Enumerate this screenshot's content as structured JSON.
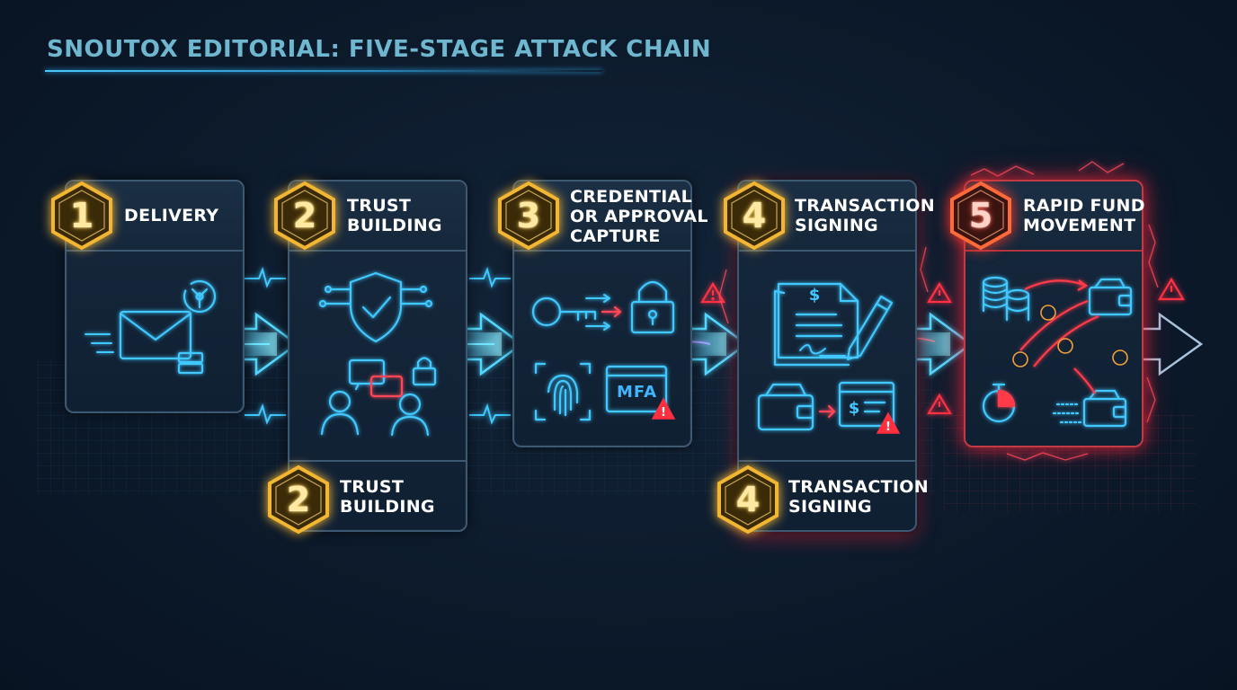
{
  "title": "SNOUTOX EDITORIAL: FIVE-STAGE ATTACK CHAIN",
  "stages": [
    {
      "number": "1",
      "label": "DELIVERY"
    },
    {
      "number": "2",
      "label": "TRUST\nBUILDING"
    },
    {
      "number": "3",
      "label": "CREDENTIAL\nOR APPROVAL\nCAPTURE"
    },
    {
      "number": "4",
      "label": "TRANSACTION\nSIGNING"
    },
    {
      "number": "5",
      "label": "RAPID FUND\nMOVEMENT"
    }
  ],
  "repeated_stages": [
    {
      "number": "2",
      "label": "TRUST\nBUILDING"
    },
    {
      "number": "4",
      "label": "TRANSACTION\nSIGNING"
    }
  ],
  "mfa_label": "MFA",
  "colors": {
    "accent_cyan": "#3fc8ff",
    "gold": "#f2b632",
    "alert_red": "#ff2f3f",
    "background": "#0c1a2b"
  },
  "icons": {
    "stage1": [
      "envelope-icon",
      "network-refresh-icon",
      "server-icon"
    ],
    "stage2": [
      "shield-check-icon",
      "chat-bubbles-icon",
      "lock-icon",
      "people-icon"
    ],
    "stage3": [
      "key-icon",
      "padlock-icon",
      "fingerprint-icon",
      "mfa-warning-icon"
    ],
    "stage4": [
      "signed-document-icon",
      "pen-icon",
      "wallet-icon",
      "payment-screen-warning-icon"
    ],
    "stage5": [
      "coin-stacks-icon",
      "wallet-icon",
      "bitcoin-icon",
      "ethereum-icon",
      "stopwatch-icon",
      "dissolving-wallet-icon"
    ]
  }
}
